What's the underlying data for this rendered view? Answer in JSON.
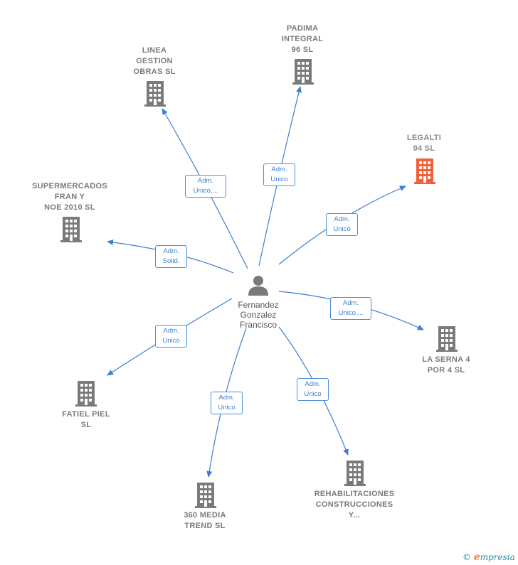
{
  "center": {
    "name": "Fernandez\nGonzalez\nFrancisco"
  },
  "colors": {
    "edge": "#3a7fcf",
    "building": "#7a7a7a",
    "highlight": "#f0603a"
  },
  "companies": [
    {
      "id": "linea",
      "name": "LINEA\nGESTION\nOBRAS  SL",
      "role": "Adm.\nUnico,...",
      "highlight": false
    },
    {
      "id": "padima",
      "name": "PADIMA\nINTEGRAL\n96  SL",
      "role": "Adm.\nUnico",
      "highlight": false
    },
    {
      "id": "legalti",
      "name": "LEGALTI\n94  SL",
      "role": "Adm.\nUnico",
      "highlight": true
    },
    {
      "id": "supermercados",
      "name": "SUPERMERCADOS\nFRAN Y\nNOE 2010 SL",
      "role": "Adm.\nSolid.",
      "highlight": false
    },
    {
      "id": "laserna",
      "name": "LA SERNA 4\nPOR 4 SL",
      "role": "Adm.\nUnico,...",
      "highlight": false
    },
    {
      "id": "fatiel",
      "name": "FATIEL PIEL\nSL",
      "role": "Adm.\nUnico",
      "highlight": false
    },
    {
      "id": "media360",
      "name": "360 MEDIA\nTREND SL",
      "role": "Adm.\nUnico",
      "highlight": false
    },
    {
      "id": "rehab",
      "name": "REHABILITACIONES\nCONSTRUCCIONES\nY...",
      "role": "Adm.\nUnico",
      "highlight": false
    }
  ],
  "footer": {
    "copyright": "©",
    "brand_initial": "e",
    "brand_rest": "mpresia"
  }
}
